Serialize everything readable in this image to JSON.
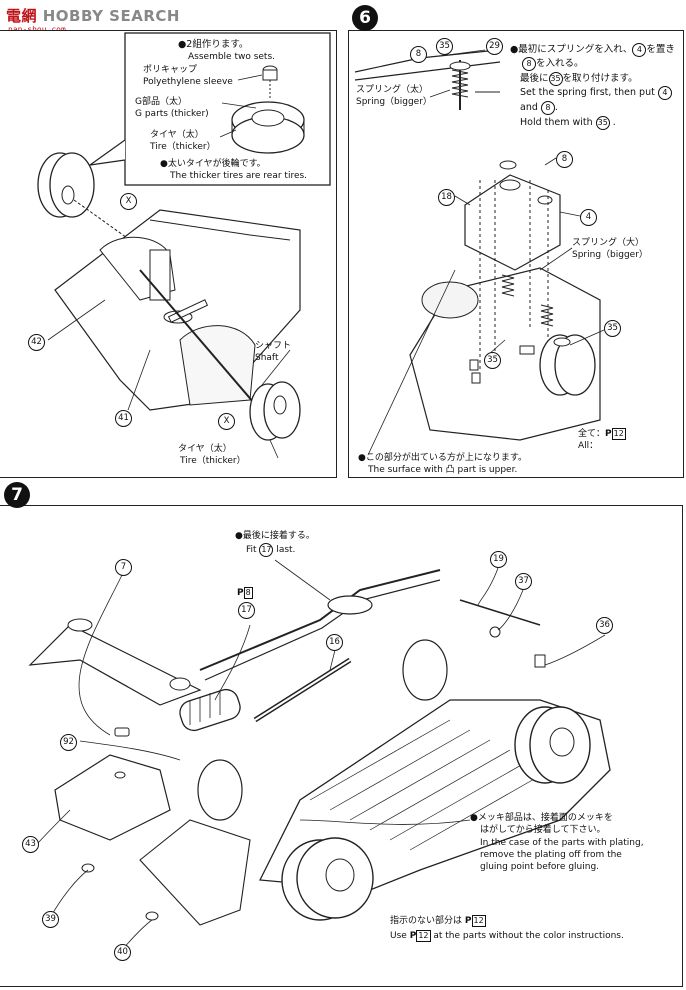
{
  "watermark": {
    "logo_text": "HOBBY SEARCH",
    "logo_prefix": "電網",
    "sub_text": "nan-shou.com"
  },
  "step5": {
    "callout_note_jp": "●2組作ります。",
    "callout_note_en": "Assemble two sets.",
    "poly_jp": "ポリキャップ",
    "poly_en": "Polyethylene sleeve",
    "gparts_jp": "G部品（太）",
    "gparts_en": "G parts (thicker)",
    "tire_jp": "タイヤ（太）",
    "tire_en": "Tire（thicker）",
    "rear_jp": "●太いタイヤが後輪です。",
    "rear_en": "The thicker tires are rear tires.",
    "mark_x1": "X",
    "mark_x2": "X",
    "part42": "42",
    "part41": "41",
    "shaft_jp": "シャフト",
    "shaft_en": "Shaft",
    "tire2_jp": "タイヤ（太）",
    "tire2_en": "Tire（thicker）"
  },
  "step6": {
    "num": "6",
    "p8": "8",
    "p35a": "35",
    "p29": "29",
    "spring_jp": "スプリング（太）",
    "spring_en": "Spring（bigger）",
    "note_jp1": "●最初にスプリングを入れ、",
    "note_4": "4",
    "note_jp1b": "を置き",
    "note_8": "8",
    "note_jp2": "を入れる。",
    "note_jp3a": "最後に",
    "note_35": "35",
    "note_jp3b": "を取り付けます。",
    "note_en1a": "Set the spring first, then put",
    "note_en1_4": "4",
    "note_en2a": "and",
    "note_en2_8": "8",
    "note_en3a": "Hold them with",
    "note_en3_35": "35",
    "p8b": "8",
    "p18": "18",
    "p4b": "4",
    "spring2_jp": "スプリング（大）",
    "spring2_en": "Spring（bigger）",
    "p35b": "35",
    "p35c": "35",
    "all_jp": "全て：",
    "all_en": "All：",
    "color_code": "12",
    "pm_label": "P",
    "surface_jp": "●この部分が出ている方が上になります。",
    "surface_en": "The surface with 凸 part is upper."
  },
  "step7": {
    "num": "7",
    "fit_jp": "●最後に接着する。",
    "fit_en_a": "Fit",
    "fit_en_17": "17",
    "fit_en_b": "last.",
    "pm8": "8",
    "p17": "17",
    "p16": "16",
    "p7": "7",
    "p19": "19",
    "p37": "37",
    "p36": "36",
    "p92": "92",
    "p43": "43",
    "p39": "39",
    "p40": "40",
    "plate_jp1": "●メッキ部品は、接着面のメッキを",
    "plate_jp2": "はがしてから接着して下さい。",
    "plate_en1": "In the case of the parts with plating,",
    "plate_en2": "remove the plating off from the",
    "plate_en3": "gluing point before gluing.",
    "nocolor_jp": "指示のない部分は",
    "nocolor_en_a": "Use",
    "nocolor_en_b": "at the parts without the color instructions.",
    "nocolor_code": "12"
  }
}
